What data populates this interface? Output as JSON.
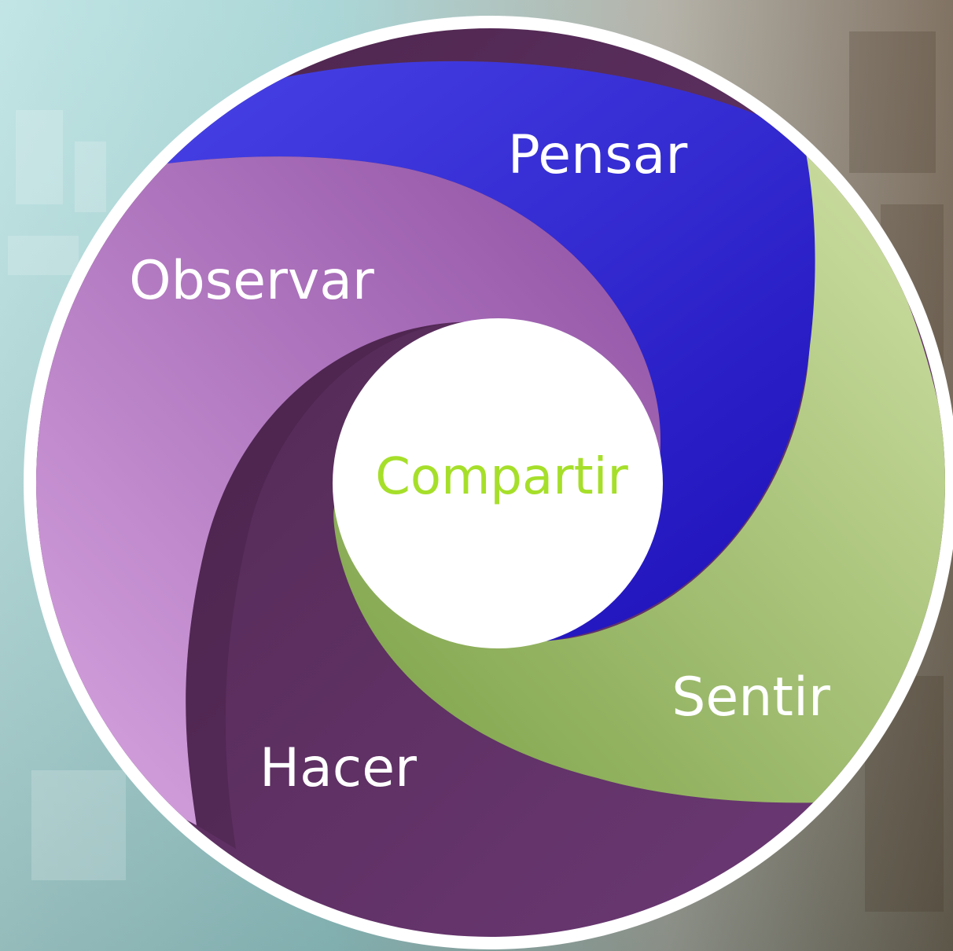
{
  "diagram": {
    "center": {
      "label": "Compartir",
      "color": "#a6df2a"
    },
    "segments": [
      {
        "key": "pensar",
        "label": "Pensar",
        "color": "#3a2ee0"
      },
      {
        "key": "observar",
        "label": "Observar",
        "color": "#a86bbf"
      },
      {
        "key": "hacer",
        "label": "Hacer",
        "color": "#5e2e5e"
      },
      {
        "key": "sentir",
        "label": "Sentir",
        "color": "#9dbb6c"
      }
    ],
    "ring_color": "#ffffff"
  },
  "background": {
    "left_tint": "#a9d6d6",
    "right_tint": "#8a7660"
  }
}
